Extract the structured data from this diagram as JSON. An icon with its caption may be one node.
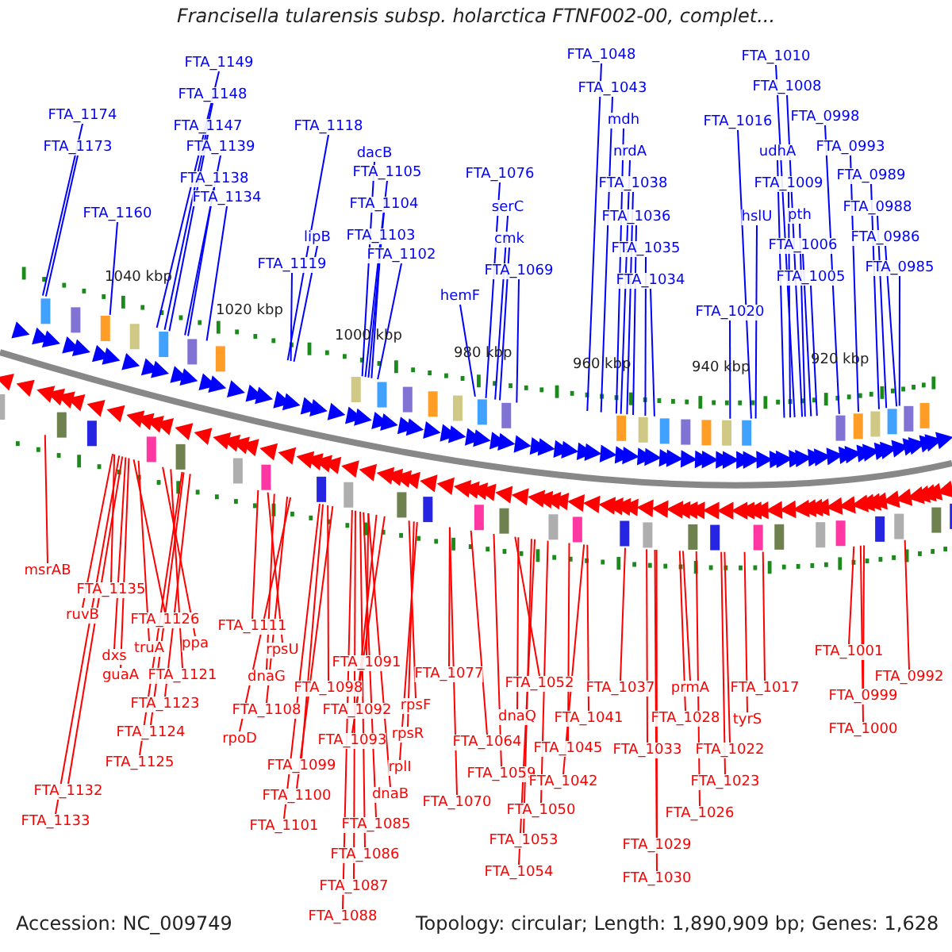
{
  "diagram": {
    "title": "Francisella tularensis subsp. holarctica FTNF002-00, complet...",
    "nodes": [
      {
        "text": [
          "FTA_1149"
        ]
      },
      {
        "text": [
          "FTA_1010"
        ]
      },
      {
        "text": [
          "FTA_1048"
        ]
      },
      {
        "text": [
          "FTA_1043"
        ]
      },
      {
        "text": [
          "FTA_1148"
        ]
      },
      {
        "text": [
          "FTA_1008"
        ]
      },
      {
        "text": [
          "FTA_1174"
        ]
      },
      {
        "text": [
          "FTA_1016"
        ]
      },
      {
        "text": [
          "FTA_0998"
        ]
      },
      {
        "text": [
          "mdh"
        ]
      },
      {
        "text": [
          "FTA_1147"
        ]
      },
      {
        "text": [
          "FTA_1118"
        ]
      },
      {
        "text": [
          "FTA_1173"
        ]
      },
      {
        "text": [
          "FTA_1139"
        ]
      },
      {
        "text": [
          "FTA_0993"
        ]
      },
      {
        "text": [
          "udhA"
        ]
      },
      {
        "text": [
          "nrdA"
        ]
      },
      {
        "text": [
          "dacB"
        ]
      },
      {
        "text": [
          "FTA_1105"
        ]
      },
      {
        "text": [
          "FTA_1076"
        ]
      },
      {
        "text": [
          "FTA_0989"
        ]
      },
      {
        "text": [
          "FTA_1138"
        ]
      },
      {
        "text": [
          "FTA_1009"
        ]
      },
      {
        "text": [
          "FTA_1038"
        ]
      },
      {
        "text": [
          "FTA_1134"
        ]
      },
      {
        "text": [
          "FTA_1104"
        ]
      },
      {
        "text": [
          "serC"
        ]
      },
      {
        "text": [
          "FTA_0988"
        ]
      },
      {
        "text": [
          "FTA_1160"
        ]
      },
      {
        "text": [
          "FTA_1036"
        ]
      },
      {
        "text": [
          "hslU"
        ]
      },
      {
        "text": [
          "pth"
        ]
      },
      {
        "text": [
          "FTA_1103"
        ]
      },
      {
        "text": [
          "lipB"
        ]
      },
      {
        "text": [
          "cmk"
        ]
      },
      {
        "text": [
          "FTA_0986"
        ]
      },
      {
        "text": [
          "FTA_1006"
        ]
      },
      {
        "text": [
          "FTA_1035"
        ]
      },
      {
        "text": [
          "FTA_1102"
        ]
      },
      {
        "text": [
          "FTA_1119"
        ]
      },
      {
        "text": [
          "FTA_1069"
        ]
      },
      {
        "text": [
          "FTA_0985"
        ]
      },
      {
        "text": [
          "FTA_1005"
        ]
      },
      {
        "text": [
          "FTA_1034"
        ]
      },
      {
        "text": [
          "hemF"
        ]
      },
      {
        "text": [
          "FTA_1020"
        ]
      },
      {
        "text": [
          "msrAB"
        ]
      },
      {
        "text": [
          "FTA_1135"
        ]
      },
      {
        "text": [
          "ruvB"
        ]
      },
      {
        "text": [
          "FTA_1126"
        ]
      },
      {
        "text": [
          "FTA_1111"
        ]
      },
      {
        "text": [
          "ppa"
        ]
      },
      {
        "text": [
          "truA"
        ]
      },
      {
        "text": [
          "rpsU"
        ]
      },
      {
        "text": [
          "dxs"
        ]
      },
      {
        "text": [
          "FTA_1091"
        ]
      },
      {
        "text": [
          "FTA_1077"
        ]
      },
      {
        "text": [
          "guaA"
        ]
      },
      {
        "text": [
          "FTA_1121"
        ]
      },
      {
        "text": [
          "dnaG"
        ]
      },
      {
        "text": [
          "FTA_1052"
        ]
      },
      {
        "text": [
          "FTA_1037"
        ]
      },
      {
        "text": [
          "prmA"
        ]
      },
      {
        "text": [
          "FTA_1017"
        ]
      },
      {
        "text": [
          "FTA_1098"
        ]
      },
      {
        "text": [
          "FTA_1123"
        ]
      },
      {
        "text": [
          "rpsF"
        ]
      },
      {
        "text": [
          "FTA_1092"
        ]
      },
      {
        "text": [
          "FTA_1108"
        ]
      },
      {
        "text": [
          "dnaQ"
        ]
      },
      {
        "text": [
          "FTA_1041"
        ]
      },
      {
        "text": [
          "FTA_1028"
        ]
      },
      {
        "text": [
          "tyrS"
        ]
      },
      {
        "text": [
          "FTA_1124"
        ]
      },
      {
        "text": [
          "rpsR"
        ]
      },
      {
        "text": [
          "rpoD"
        ]
      },
      {
        "text": [
          "FTA_1093"
        ]
      },
      {
        "text": [
          "FTA_1064"
        ]
      },
      {
        "text": [
          "FTA_1045"
        ]
      },
      {
        "text": [
          "FTA_1033"
        ]
      },
      {
        "text": [
          "FTA_1022"
        ]
      },
      {
        "text": [
          "FTA_1125"
        ]
      },
      {
        "text": [
          "FTA_1099"
        ]
      },
      {
        "text": [
          "rplI"
        ]
      },
      {
        "text": [
          "FTA_1059"
        ]
      },
      {
        "text": [
          "FTA_1042"
        ]
      },
      {
        "text": [
          "FTA_1023"
        ]
      },
      {
        "text": [
          "FTA_1132"
        ]
      },
      {
        "text": [
          "dnaB"
        ]
      },
      {
        "text": [
          "FTA_1100"
        ]
      },
      {
        "text": [
          "FTA_1070"
        ]
      },
      {
        "text": [
          "FTA_1050"
        ]
      },
      {
        "text": [
          "FTA_1026"
        ]
      },
      {
        "text": [
          "FTA_1133"
        ]
      },
      {
        "text": [
          "FTA_1101"
        ]
      },
      {
        "text": [
          "FTA_1085"
        ]
      },
      {
        "text": [
          "FTA_1053"
        ]
      },
      {
        "text": [
          "FTA_1029"
        ]
      },
      {
        "text": [
          "FTA_1086"
        ]
      },
      {
        "text": [
          "FTA_1054"
        ]
      },
      {
        "text": [
          "FTA_1030"
        ]
      },
      {
        "text": [
          "FTA_1087"
        ]
      },
      {
        "text": [
          "FTA_1088"
        ]
      },
      {
        "text": [
          "FTA_1001"
        ]
      },
      {
        "text": [
          "FTA_0992"
        ]
      },
      {
        "text": [
          "FTA_0999"
        ]
      },
      {
        "text": [
          "FTA_1000"
        ]
      }
    ],
    "edges": [
      {
        "from": 0,
        "to": null,
        "arrow": "none",
        "color": "#0000ff"
      },
      {
        "from": 1,
        "to": null,
        "arrow": "none",
        "color": "#0000ff"
      },
      {
        "from": 2,
        "to": null,
        "arrow": "none",
        "color": "#0000ff"
      },
      {
        "from": 3,
        "to": null,
        "arrow": "none",
        "color": "#0000ff"
      },
      {
        "from": 4,
        "to": null,
        "arrow": "none",
        "color": "#0000ff"
      },
      {
        "from": 5,
        "to": null,
        "arrow": "none",
        "color": "#0000ff"
      },
      {
        "from": 6,
        "to": null,
        "arrow": "none",
        "color": "#0000ff"
      },
      {
        "from": 7,
        "to": null,
        "arrow": "none",
        "color": "#0000ff"
      },
      {
        "from": 8,
        "to": null,
        "arrow": "none",
        "color": "#0000ff"
      },
      {
        "from": 9,
        "to": null,
        "arrow": "none",
        "color": "#0000ff"
      },
      {
        "from": 10,
        "to": null,
        "arrow": "none",
        "color": "#0000ff"
      },
      {
        "from": 11,
        "to": null,
        "arrow": "none",
        "color": "#0000ff"
      },
      {
        "from": 12,
        "to": null,
        "arrow": "none",
        "color": "#0000ff"
      },
      {
        "from": 13,
        "to": null,
        "arrow": "none",
        "color": "#0000ff"
      },
      {
        "from": 14,
        "to": null,
        "arrow": "none",
        "color": "#0000ff"
      },
      {
        "from": 15,
        "to": null,
        "arrow": "none",
        "color": "#0000ff"
      },
      {
        "from": 16,
        "to": null,
        "arrow": "none",
        "color": "#0000ff"
      },
      {
        "from": 17,
        "to": null,
        "arrow": "none",
        "color": "#0000ff"
      },
      {
        "from": 18,
        "to": null,
        "arrow": "none",
        "color": "#0000ff"
      },
      {
        "from": 19,
        "to": null,
        "arrow": "none",
        "color": "#0000ff"
      },
      {
        "from": 20,
        "to": null,
        "arrow": "none",
        "color": "#0000ff"
      },
      {
        "from": 21,
        "to": null,
        "arrow": "none",
        "color": "#0000ff"
      },
      {
        "from": 22,
        "to": null,
        "arrow": "none",
        "color": "#0000ff"
      },
      {
        "from": 23,
        "to": null,
        "arrow": "none",
        "color": "#0000ff"
      },
      {
        "from": 24,
        "to": null,
        "arrow": "none",
        "color": "#0000ff"
      },
      {
        "from": 25,
        "to": null,
        "arrow": "none",
        "color": "#0000ff"
      },
      {
        "from": 26,
        "to": null,
        "arrow": "none",
        "color": "#0000ff"
      },
      {
        "from": 27,
        "to": null,
        "arrow": "none",
        "color": "#0000ff"
      },
      {
        "from": 28,
        "to": null,
        "arrow": "none",
        "color": "#0000ff"
      },
      {
        "from": 29,
        "to": null,
        "arrow": "none",
        "color": "#0000ff"
      },
      {
        "from": 30,
        "to": null,
        "arrow": "none",
        "color": "#0000ff"
      },
      {
        "from": 31,
        "to": null,
        "arrow": "none",
        "color": "#0000ff"
      },
      {
        "from": 32,
        "to": null,
        "arrow": "none",
        "color": "#0000ff"
      },
      {
        "from": 33,
        "to": null,
        "arrow": "none",
        "color": "#0000ff"
      },
      {
        "from": 34,
        "to": null,
        "arrow": "none",
        "color": "#0000ff"
      },
      {
        "from": 35,
        "to": null,
        "arrow": "none",
        "color": "#0000ff"
      },
      {
        "from": 36,
        "to": null,
        "arrow": "none",
        "color": "#0000ff"
      },
      {
        "from": 37,
        "to": null,
        "arrow": "none",
        "color": "#0000ff"
      },
      {
        "from": 38,
        "to": null,
        "arrow": "none",
        "color": "#0000ff"
      },
      {
        "from": 39,
        "to": null,
        "arrow": "none",
        "color": "#0000ff"
      },
      {
        "from": 40,
        "to": null,
        "arrow": "none",
        "color": "#0000ff"
      },
      {
        "from": 41,
        "to": null,
        "arrow": "none",
        "color": "#0000ff"
      },
      {
        "from": 42,
        "to": null,
        "arrow": "none",
        "color": "#0000ff"
      },
      {
        "from": 43,
        "to": null,
        "arrow": "none",
        "color": "#0000ff"
      },
      {
        "from": 44,
        "to": null,
        "arrow": "none",
        "color": "#0000ff"
      },
      {
        "from": 45,
        "to": null,
        "arrow": "none",
        "color": "#0000ff"
      },
      {
        "from": 46,
        "to": null,
        "arrow": "none"
      },
      {
        "from": 47,
        "to": null,
        "arrow": "none"
      },
      {
        "from": 48,
        "to": null,
        "arrow": "none"
      },
      {
        "from": 49,
        "to": null,
        "arrow": "none"
      },
      {
        "from": 50,
        "to": null,
        "arrow": "none"
      },
      {
        "from": 51,
        "to": null,
        "arrow": "none"
      },
      {
        "from": 52,
        "to": null,
        "arrow": "none"
      },
      {
        "from": 53,
        "to": null,
        "arrow": "none"
      },
      {
        "from": 54,
        "to": null,
        "arrow": "none"
      },
      {
        "from": 55,
        "to": null,
        "arrow": "none"
      },
      {
        "from": 56,
        "to": null,
        "arrow": "none"
      },
      {
        "from": 57,
        "to": null,
        "arrow": "none"
      },
      {
        "from": 58,
        "to": null,
        "arrow": "none"
      },
      {
        "from": 59,
        "to": null,
        "arrow": "none"
      },
      {
        "from": 60,
        "to": null,
        "arrow": "none"
      },
      {
        "from": 61,
        "to": null,
        "arrow": "none"
      },
      {
        "from": 62,
        "to": null,
        "arrow": "none"
      },
      {
        "from": 63,
        "to": null,
        "arrow": "none"
      },
      {
        "from": 64,
        "to": null,
        "arrow": "none"
      },
      {
        "from": 65,
        "to": null,
        "arrow": "none"
      },
      {
        "from": 66,
        "to": null,
        "arrow": "none"
      },
      {
        "from": 67,
        "to": null,
        "arrow": "none"
      },
      {
        "from": 68,
        "to": null,
        "arrow": "none"
      },
      {
        "from": 69,
        "to": null,
        "arrow": "none"
      },
      {
        "from": 70,
        "to": null,
        "arrow": "none"
      },
      {
        "from": 71,
        "to": null,
        "arrow": "none"
      },
      {
        "from": 72,
        "to": null,
        "arrow": "none"
      },
      {
        "from": 73,
        "to": null,
        "arrow": "none"
      },
      {
        "from": 74,
        "to": null,
        "arrow": "none"
      },
      {
        "from": 75,
        "to": null,
        "arrow": "none"
      },
      {
        "from": 76,
        "to": null,
        "arrow": "none"
      },
      {
        "from": 77,
        "to": null,
        "arrow": "none"
      },
      {
        "from": 78,
        "to": null,
        "arrow": "none"
      },
      {
        "from": 79,
        "to": null,
        "arrow": "none"
      },
      {
        "from": 80,
        "to": null,
        "arrow": "none"
      },
      {
        "from": 81,
        "to": null,
        "arrow": "none"
      },
      {
        "from": 82,
        "to": null,
        "arrow": "none"
      },
      {
        "from": 83,
        "to": null,
        "arrow": "none"
      },
      {
        "from": 84,
        "to": null,
        "arrow": "none"
      },
      {
        "from": 85,
        "to": null,
        "arrow": "none"
      },
      {
        "from": 86,
        "to": null,
        "arrow": "none"
      },
      {
        "from": 87,
        "to": null,
        "arrow": "none"
      },
      {
        "from": 88,
        "to": null,
        "arrow": "none"
      },
      {
        "from": 89,
        "to": null,
        "arrow": "none"
      },
      {
        "from": 90,
        "to": null,
        "arrow": "none"
      },
      {
        "from": 91,
        "to": null,
        "arrow": "none"
      },
      {
        "from": 92,
        "to": null,
        "arrow": "none"
      },
      {
        "from": 93,
        "to": null,
        "arrow": "none"
      },
      {
        "from": 94,
        "to": null,
        "arrow": "none"
      },
      {
        "from": 95,
        "to": null,
        "arrow": "none"
      },
      {
        "from": 96,
        "to": null,
        "arrow": "none"
      },
      {
        "from": 97,
        "to": null,
        "arrow": "none"
      },
      {
        "from": 98,
        "to": null,
        "arrow": "none"
      },
      {
        "from": 99,
        "to": null,
        "arrow": "none"
      },
      {
        "from": 100,
        "to": null,
        "arrow": "none"
      },
      {
        "from": 101,
        "to": null,
        "arrow": "none"
      },
      {
        "from": 102,
        "to": null,
        "arrow": "none"
      },
      {
        "from": 103,
        "to": null,
        "arrow": "none"
      },
      {
        "from": 104,
        "to": null,
        "arrow": "none"
      },
      {
        "from": 105,
        "to": null,
        "arrow": "none"
      },
      {
        "from": 106,
        "to": null,
        "arrow": "none"
      }
    ],
    "labels": [
      "1040 kbp",
      "1020 kbp",
      "1000 kbp",
      "980 kbp",
      "960 kbp",
      "940 kbp",
      "920 kbp",
      "Accession: NC_009749",
      "Topology: circular; Length: 1,890,909 bp; Genes: 1,628"
    ]
  }
}
